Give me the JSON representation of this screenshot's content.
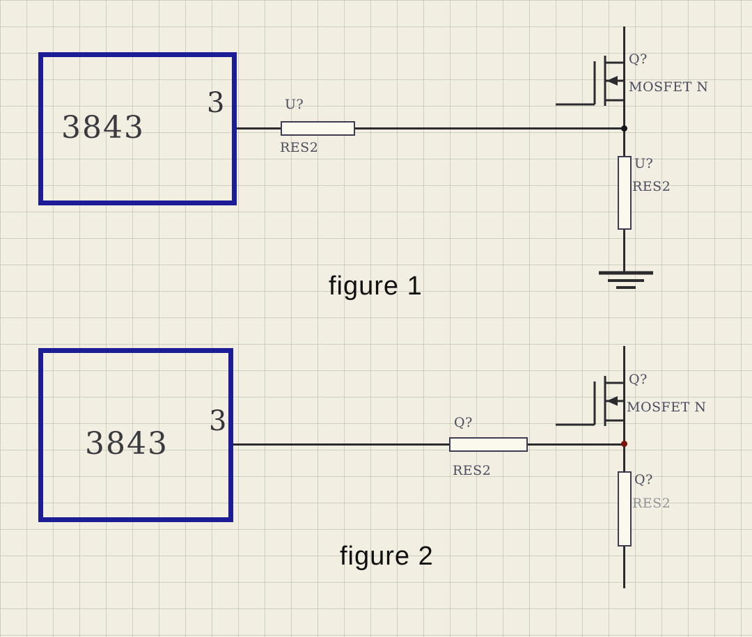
{
  "colors": {
    "canvas_bg": "#f2efe2",
    "grid_line": "#c9cdbf",
    "wire": "#2b2a2e",
    "ic_border": "#1c1c96",
    "label_text": "#4b4b60",
    "junction_dot_fig1": "#17161a",
    "junction_dot_fig2": "#7c120c"
  },
  "figure1": {
    "caption": "figure 1",
    "ic": {
      "label": "3843",
      "pin_number": "3"
    },
    "series_resistor": {
      "designator": "U?",
      "value": "RES2"
    },
    "mosfet": {
      "designator": "Q?",
      "value": "MOSFET N"
    },
    "pulldown_resistor": {
      "designator": "U?",
      "value": "RES2"
    }
  },
  "figure2": {
    "caption": "figure 2",
    "ic": {
      "label": "3843",
      "pin_number": "3"
    },
    "series_resistor": {
      "designator": "Q?",
      "value": "RES2"
    },
    "mosfet": {
      "designator": "Q?",
      "value": "MOSFET N"
    },
    "pulldown_resistor": {
      "designator": "Q?",
      "value": "RES2"
    }
  }
}
